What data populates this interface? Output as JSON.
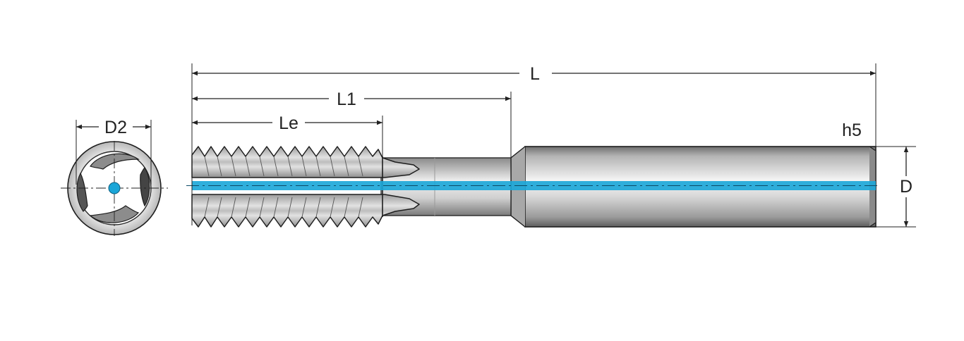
{
  "diagram": {
    "dimensions": {
      "overall_length": "L",
      "cutting_length": "L1",
      "thread_length": "Le",
      "end_diameter": "D2",
      "shank_diameter": "D",
      "shank_tolerance": "h5"
    },
    "colors": {
      "coolant": "#1aa6d8",
      "shank_light": "#f4f4f4",
      "shank_dark": "#6e6e6e",
      "outline": "#1e1e1e"
    }
  }
}
